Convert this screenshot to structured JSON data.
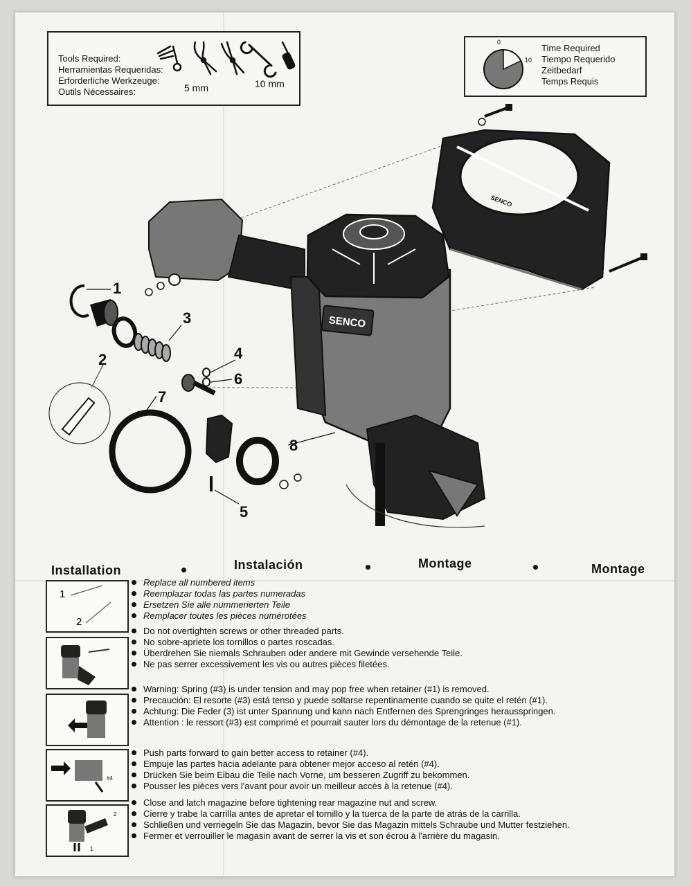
{
  "tools": {
    "lines": [
      "Tools Required:",
      "Herramientas Requeridas:",
      "Erforderliche Werkzeuge:",
      "Outils Nécessaires:"
    ],
    "size_5": "5 mm",
    "size_10": "10 mm"
  },
  "time": {
    "lines": [
      "Time Required",
      "Tiempo Requerido",
      "Zeitbedarf",
      "Temps Requis"
    ],
    "dial_start": "0",
    "dial_end": "10"
  },
  "diagram": {
    "brand_label": "SENCO",
    "magazine_label": "SENCO",
    "part_numbers": [
      "1",
      "2",
      "3",
      "4",
      "5",
      "6",
      "7",
      "8"
    ]
  },
  "headings": [
    "Installation",
    "Instalación",
    "Montage",
    "Montage"
  ],
  "thumb1_labels": [
    "1",
    "2"
  ],
  "thumb4_label": "#4",
  "thumb5_labels": [
    "2",
    "1"
  ],
  "steps": [
    {
      "lines": [
        "Replace all numbered items",
        "Reemplazar todas las partes numeradas",
        "Ersetzen Sie alle nummerierten Teile",
        "Remplacer toutes les pièces numérotées"
      ]
    },
    {
      "lines": [
        "Do not overtighten screws or other threaded parts.",
        "No sobre-apriete los tornillos o partes roscadas.",
        "Überdrehen Sie niemals Schrauben oder andere mit Gewinde versehende Teile.",
        "Ne pas serrer excessivement les vis ou autres pièces filetées."
      ]
    },
    {
      "lines": [
        "Warning: Spring (#3) is under tension and may pop free when retainer (#1) is removed.",
        "Precaución: El resorte (#3) está tenso y puede soltarse repentinamente cuando se quite el retén (#1).",
        "Achtung: Die Feder (3) ist unter Spannung und kann nach Entfernen des Sprengringes herausspringen.",
        "Attention : le ressort (#3)  est comprimé et pourrait sauter lors du démontage de la retenue (#1)."
      ]
    },
    {
      "lines": [
        "Push parts forward to gain better access to retainer (#4).",
        "Empuje las partes hacia adelante para obtener mejor acceso al retén (#4).",
        "Drücken Sie beim Eibau die Teile nach Vorne, um besseren Zugriff zu bekommen.",
        "Pousser les pièces vers l'avant pour avoir un meilleur accès à la retenue (#4)."
      ]
    },
    {
      "lines": [
        "Close and latch magazine before tightening rear magazine nut and screw.",
        "Cierre y trabe la carrilla antes de apretar el tornillo y la tuerca de la parte de atrás de la carrilla.",
        "Schließen und verriegeln Sie das Magazin, bevor Sie das Magazin mittels Schraube und Mutter festziehen.",
        "Fermer et verrouiller le magasin avant de serrer la vis et son écrou à l'arrière du magasin."
      ]
    }
  ]
}
